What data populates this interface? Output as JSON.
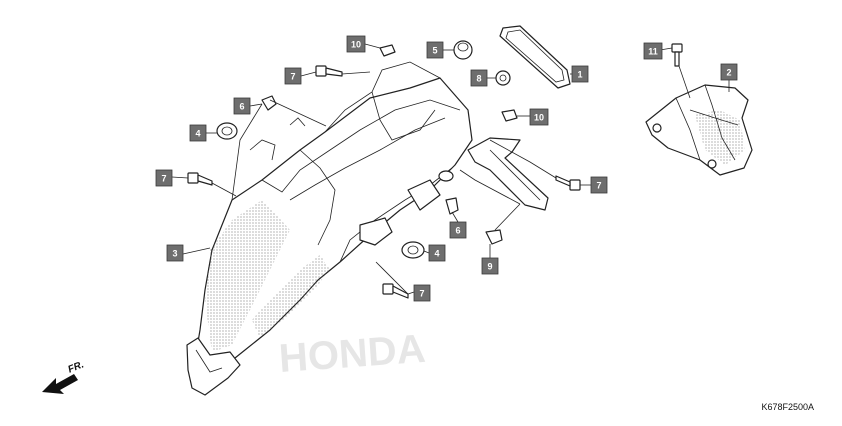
{
  "diagram": {
    "code": "K678F2500A",
    "direction_label": "FR.",
    "watermark": "HONDA",
    "callouts": [
      "1",
      "2",
      "3",
      "4",
      "4",
      "5",
      "6",
      "6",
      "7",
      "7",
      "7",
      "7",
      "8",
      "9",
      "10",
      "10",
      "11"
    ]
  }
}
